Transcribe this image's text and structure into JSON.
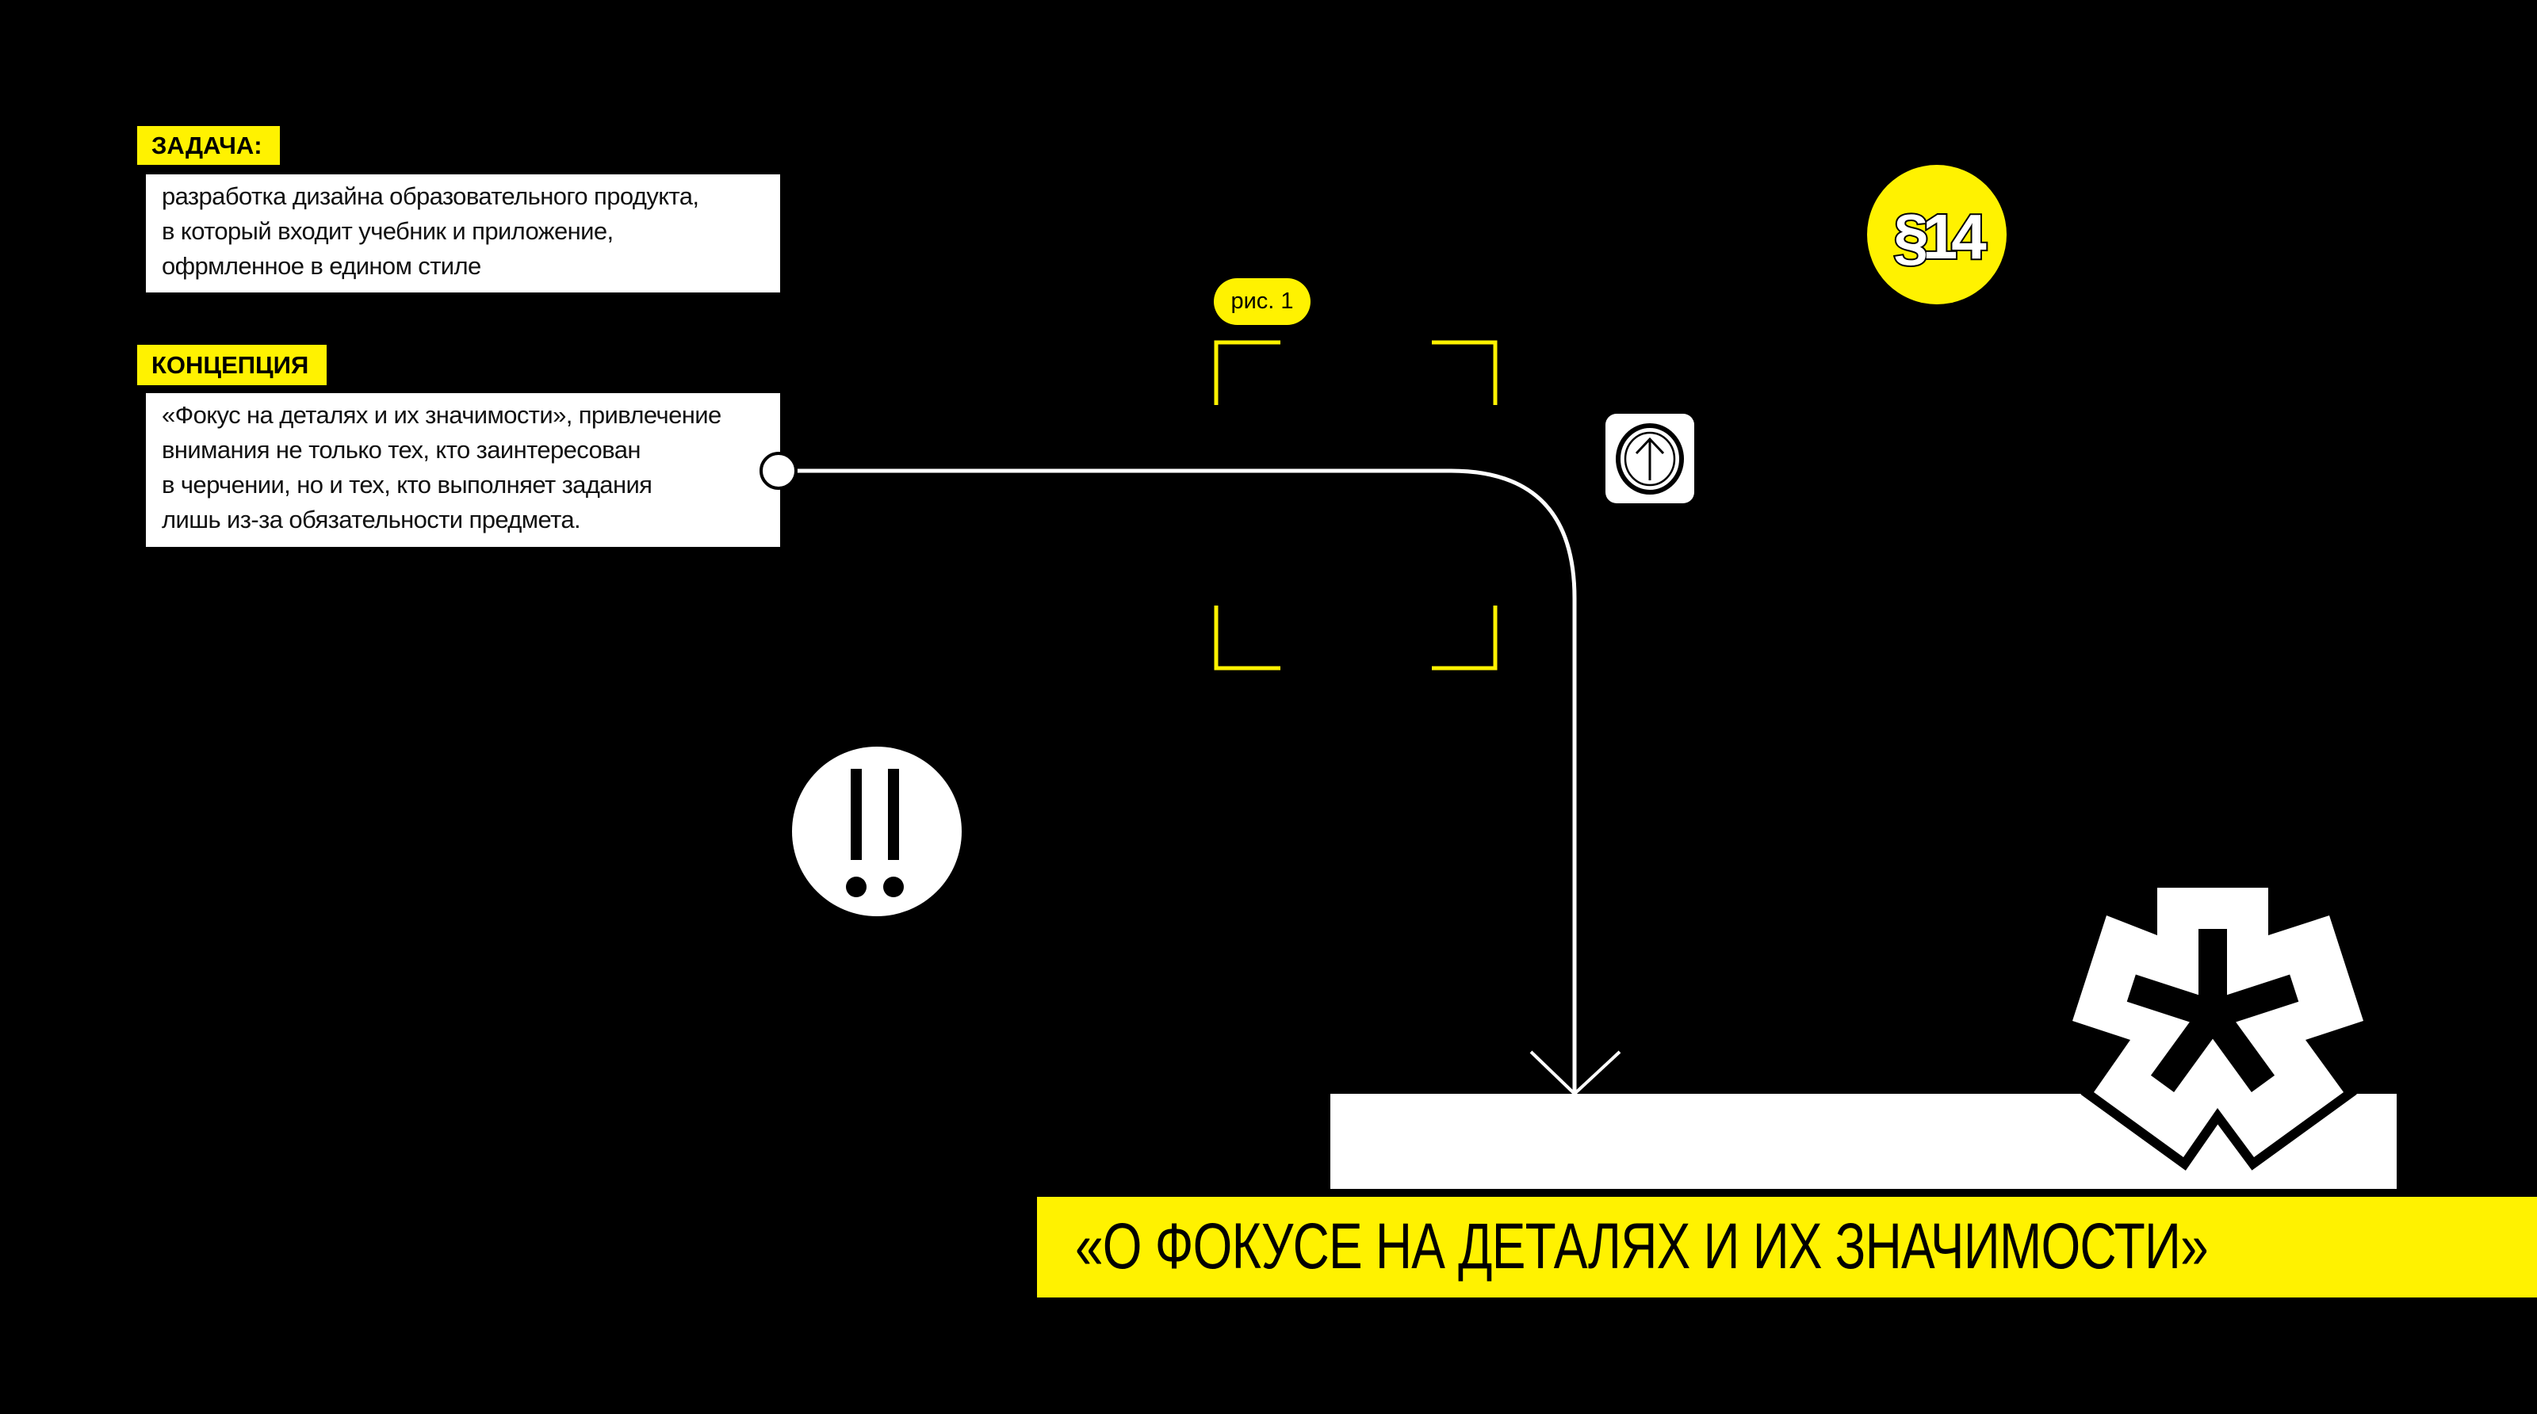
{
  "task": {
    "label": "ЗАДАЧА:",
    "lines": [
      "разработка дизайна образовательного продукта,",
      "в который входит учебник и приложение,",
      "офрмленное в едином стиле"
    ]
  },
  "concept": {
    "label": "КОНЦЕПЦИЯ",
    "lines": [
      "«Фокус на деталях и их значимости», привлечение",
      "внимания не только тех, кто заинтересован",
      "в черчении, но и тех, кто выполняет задания",
      "лишь из-за обязательности предмета."
    ]
  },
  "figure": {
    "label": "рис. 1"
  },
  "badge": {
    "text": "§14",
    "icon": "paragraph-14-badge"
  },
  "icons": {
    "alert": "double-exclamation-icon",
    "up": "arrow-up-circle-icon",
    "star": "asterisk-star-icon"
  },
  "heading": {
    "title": "«О ФОКУСЕ НА ДЕТАЛЯХ И ИХ ЗНАЧИМОСТИ»"
  },
  "colors": {
    "accent": "#fff200",
    "background": "#000000",
    "panel": "#ffffff"
  }
}
